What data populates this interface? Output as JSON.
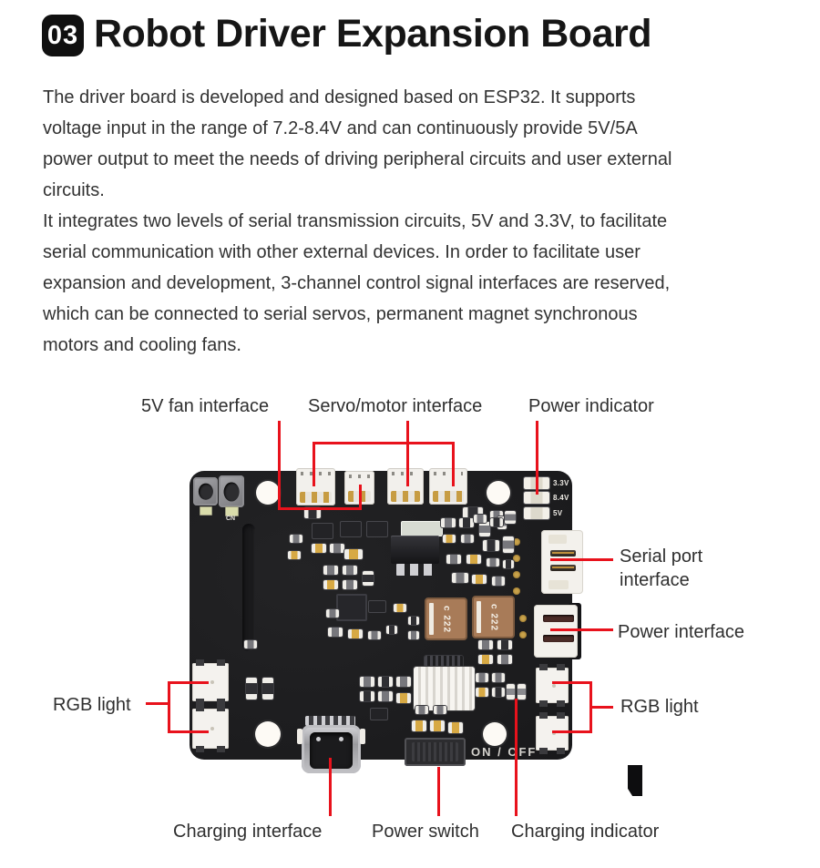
{
  "colors": {
    "accent_red": "#e8121c",
    "board_black": "#1c1c1e",
    "page_bg": "#ffffff"
  },
  "header": {
    "badge": "03",
    "title": "Robot Driver Expansion Board"
  },
  "description": {
    "para1_lines": [
      "The driver board is developed and designed based on ESP32. It supports",
      "voltage input in the range of 7.2-8.4V and can continuously provide 5V/5A",
      "power output to meet the needs of driving peripheral circuits and user external",
      "circuits."
    ],
    "para2_lines": [
      "It integrates two levels of serial transmission circuits, 5V and 3.3V, to facilitate",
      "serial communication with other external devices. In order to facilitate user",
      "expansion and development, 3-channel control signal interfaces are reserved,",
      "which can be connected to serial servos, permanent magnet synchronous",
      "motors and cooling fans."
    ]
  },
  "diagram": {
    "labels": {
      "fan": "5V fan interface",
      "servo": "Servo/motor interface",
      "power_indicator": "Power indicator",
      "serial_lines": [
        "Serial port",
        "interface"
      ],
      "power_interface": "Power interface",
      "rgb_left": "RGB light",
      "rgb_right": "RGB light",
      "charging_interface": "Charging interface",
      "power_switch": "Power switch",
      "charging_indicator": "Charging indicator"
    },
    "board_text": {
      "led_3v3": "3.3V",
      "led_8v4": "8.4V",
      "led_5v": "5V",
      "on_off": "ON / OFF",
      "button_label": "CN",
      "inductor_marking": "c 222"
    }
  }
}
